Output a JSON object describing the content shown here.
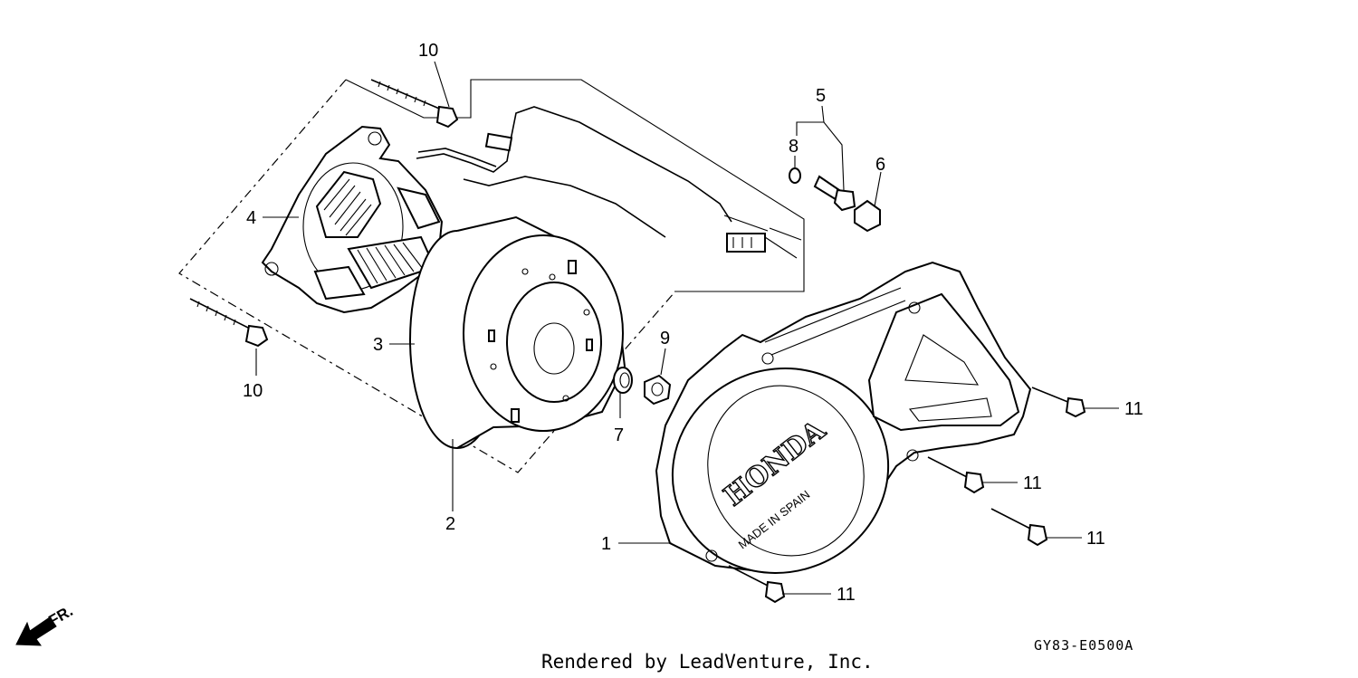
{
  "callouts": {
    "c1": "1",
    "c2": "2",
    "c3": "3",
    "c4": "4",
    "c5": "5",
    "c6": "6",
    "c7": "7",
    "c8": "8",
    "c9": "9",
    "c10a": "10",
    "c10b": "10",
    "c11a": "11",
    "c11b": "11",
    "c11c": "11",
    "c11d": "11"
  },
  "cover": {
    "brand": "HONDA",
    "origin": "MADE IN SPAIN"
  },
  "direction": {
    "label": "FR."
  },
  "diagram_code": "GY83-E0500A",
  "credit": "Rendered by LeadVenture, Inc."
}
